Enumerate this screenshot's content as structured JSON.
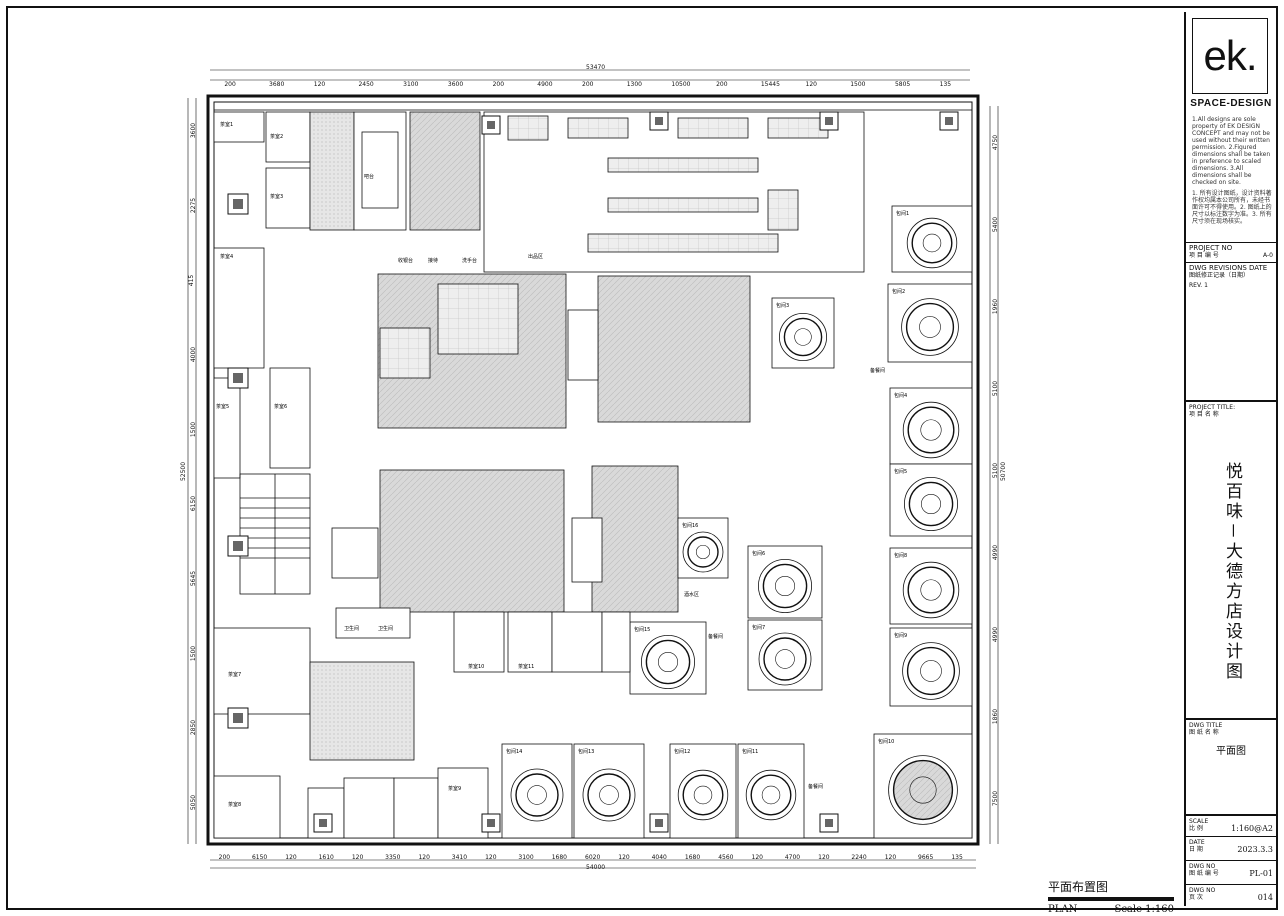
{
  "title_block": {
    "logo": "ek.",
    "brand": "SPACE-DESIGN",
    "notes_en": "1.All designs are sole property of EK DESIGN CONCEPT and may not be used without their written permission. 2.Figured dimensions shall be taken in preference to scaled dimensions. 3.All dimensions shall be checked on site.",
    "notes_cn": "1. 所有设计图纸，设计资料著作权均属本公司所有，未经书面许可不得使用。2. 图纸上的尺寸以标注数字为准。3. 所有尺寸须在现场核实。",
    "project_no_label": "PROJECT NO",
    "project_no_cn": "项 目 编 号",
    "project_no_value": "A-0",
    "revisions_label": "DWG REVISIONS DATE",
    "revisions_cn": "图纸修正记录（日期）",
    "rev": "REV. 1",
    "project_title_label": "PROJECT TITLE:",
    "project_title_cn": "项 目 名 称",
    "project_title": "悦百味－大德方店设计图",
    "dwg_title_label": "DWG TITLE",
    "dwg_title_cn": "图 纸 名 称",
    "dwg_title": "平面图",
    "scale_label": "SCALE",
    "scale_cn": "比 例",
    "scale_value": "1:160@A2",
    "date_label": "DATE",
    "date_cn": "日 期",
    "date_value": "2023.3.3",
    "dwg_no_label": "DWG NO",
    "dwg_no_cn": "图 纸 编 号",
    "dwg_no_value": "PL-01",
    "page_no_label": "DWG NO",
    "page_no_cn": "页 次",
    "page_no_value": "014"
  },
  "plan_label": {
    "cn": "平面布置图",
    "en": "PLAN",
    "scale": "Scale 1:160"
  },
  "dimensions": {
    "top_total": "53470",
    "top": [
      "200",
      "3680",
      "120",
      "2450",
      "3100",
      "3600",
      "200",
      "4900",
      "200",
      "1300",
      "10500",
      "200",
      "15445",
      "120",
      "1500",
      "5805",
      "135"
    ],
    "bottom_total": "54000",
    "bottom": [
      "200",
      "6150",
      "120",
      "1610",
      "120",
      "3350",
      "120",
      "3410",
      "120",
      "3100",
      "1680",
      "6020",
      "120",
      "4040",
      "1680",
      "4560",
      "120",
      "4700",
      "120",
      "2240",
      "120",
      "9665",
      "135"
    ],
    "left_total": "52500",
    "left": [
      "3600",
      "2275",
      "415",
      "4000",
      "1500",
      "6150",
      "5645",
      "1500",
      "2850",
      "5050"
    ],
    "right_total": "50700",
    "right": [
      "4750",
      "5400",
      "1960",
      "5100",
      "5100",
      "4990",
      "4990",
      "1860",
      "7500"
    ]
  },
  "rooms": {
    "private": [
      "包间1",
      "包间2",
      "包间3",
      "包间4",
      "包间5",
      "包间6",
      "包间7",
      "包间8",
      "包间9",
      "包间10",
      "包间11",
      "包间12",
      "包间13",
      "包间14",
      "包间15",
      "包间16"
    ],
    "tea": [
      "茶室1",
      "茶室2",
      "茶室3",
      "茶室4",
      "茶室5",
      "茶室6",
      "茶室7",
      "茶室8",
      "茶室9",
      "茶室10",
      "茶室11"
    ],
    "service": "备餐间",
    "toilet": "卫生间",
    "kitchen_label": "出品区",
    "front_labels": [
      "收银台",
      "接待",
      "洗手台",
      "吧台",
      "酒水区"
    ]
  }
}
